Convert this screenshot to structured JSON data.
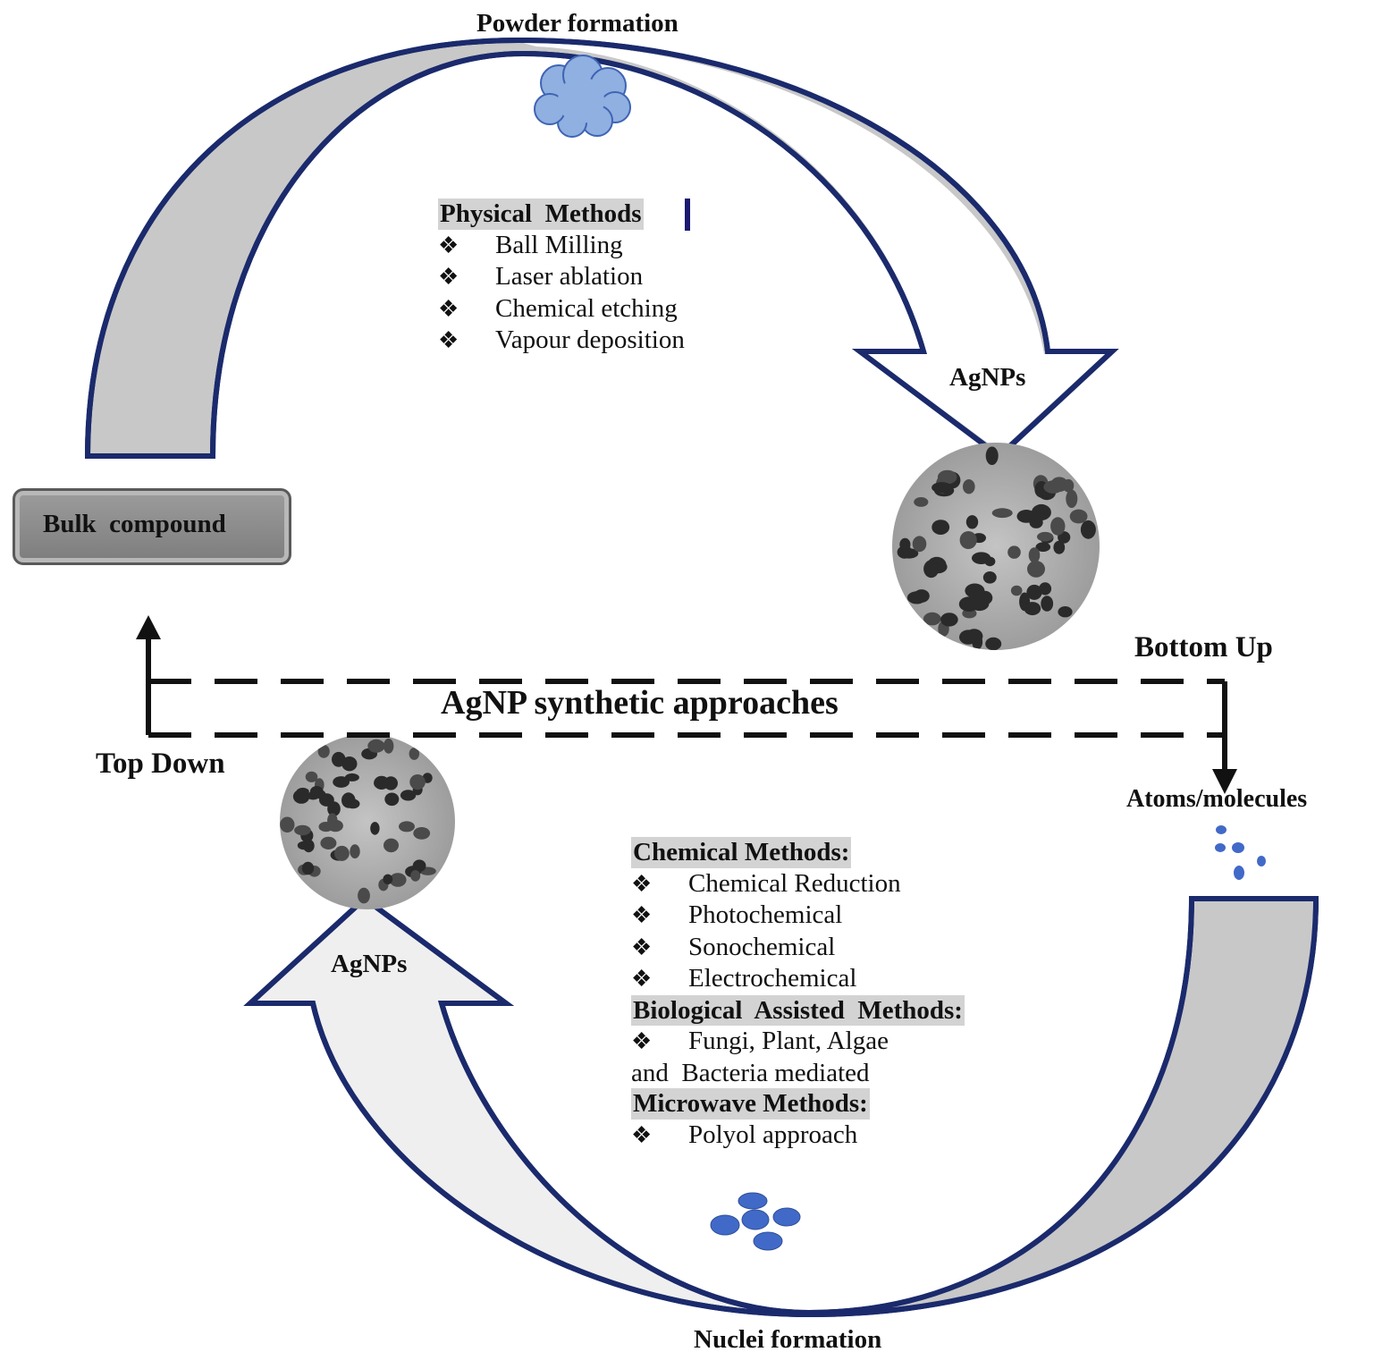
{
  "labels": {
    "powder_formation": "Powder formation",
    "agnps_top": "AgNPs",
    "agnps_bottom": "AgNPs",
    "bulk_compound": "Bulk  compound",
    "bottom_up": "Bottom Up",
    "top_down": "Top Down",
    "center_title": "AgNP synthetic approaches",
    "atoms_molecules": "Atoms/molecules",
    "nuclei_formation": "Nuclei formation"
  },
  "physical": {
    "heading": "Physical  Methods",
    "items": [
      "Ball Milling",
      "Laser ablation",
      "Chemical etching",
      "Vapour deposition"
    ]
  },
  "chemical": {
    "heading": "Chemical Methods:",
    "items": [
      "Chemical Reduction",
      "Photochemical",
      "Sonochemical",
      "Electrochemical"
    ]
  },
  "biological": {
    "heading": "Biological  Assisted  Methods:",
    "item_line1": "Fungi, Plant, Algae",
    "item_line2": "and  Bacteria mediated"
  },
  "microwave": {
    "heading": "Microwave Methods:",
    "items": [
      "Polyol approach"
    ]
  },
  "bullet_symbol": "❖",
  "colors": {
    "outline": "#1a2a6c",
    "arrow_fill_dark": "#c8c8c8",
    "arrow_fill_light": "#efefef",
    "cloud": "#8fb0e0",
    "particles": "#4169c8",
    "highlight": "#d3d3d3"
  }
}
